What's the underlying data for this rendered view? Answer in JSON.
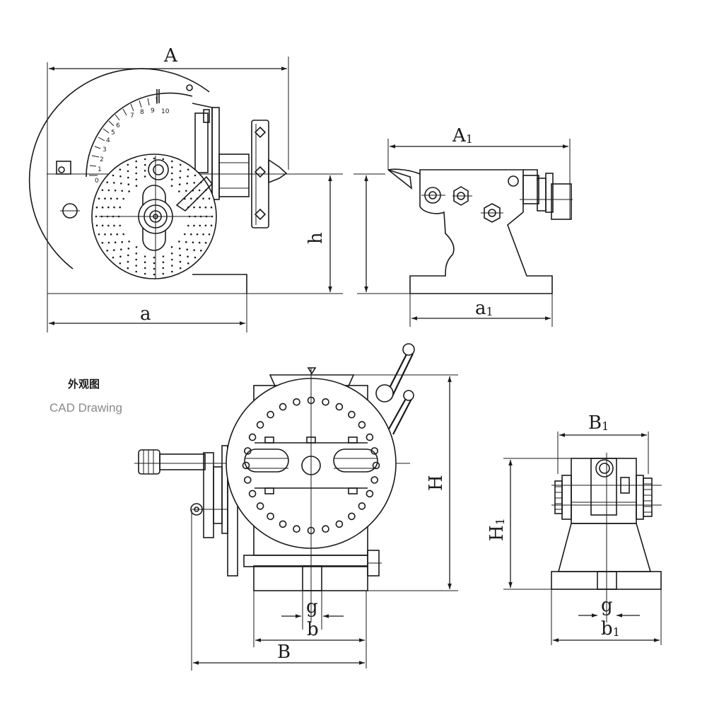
{
  "caption": {
    "title": "外观图",
    "subtitle": "CAD Drawing"
  },
  "dimensions": {
    "A": "A",
    "A1_main": "A",
    "A1_sub": "1",
    "a": "a",
    "a1_main": "a",
    "a1_sub": "1",
    "h": "h",
    "H": "H",
    "H1_main": "H",
    "H1_sub": "1",
    "B": "B",
    "B1_main": "B",
    "B1_sub": "1",
    "b": "b",
    "b1_main": "b",
    "b1_sub": "1",
    "g_front": "g",
    "g_side": "g"
  },
  "scale_marks": [
    "0",
    "1",
    "2",
    "3",
    "4",
    "5",
    "6",
    "7",
    "8",
    "9",
    "10"
  ]
}
